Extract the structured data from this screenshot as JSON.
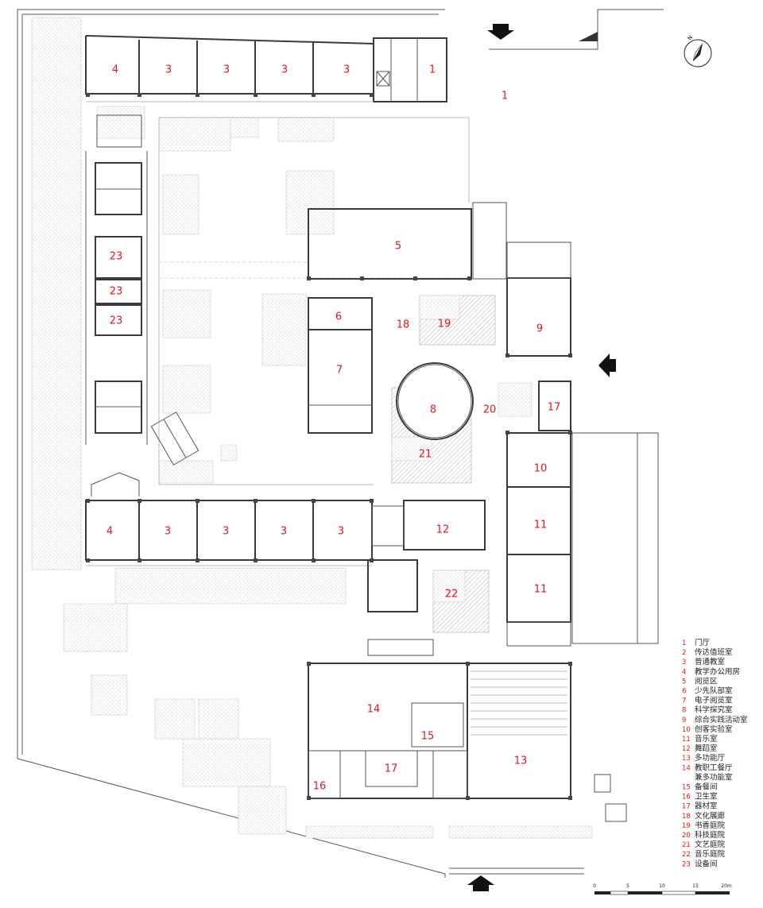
{
  "room_labels": {
    "r4a": "4",
    "r3a": "3",
    "r3b": "3",
    "r3c": "3",
    "r3d": "3",
    "r1a": "1",
    "r1b": "1",
    "r23a": "23",
    "r23b": "23",
    "r23c": "23",
    "r5": "5",
    "r6": "6",
    "r7": "7",
    "r18": "18",
    "r19": "19",
    "r9": "9",
    "r8": "8",
    "r20": "20",
    "r17a": "17",
    "r21": "21",
    "r10": "10",
    "r4b": "4",
    "r3e": "3",
    "r3f": "3",
    "r3g": "3",
    "r3h": "3",
    "r12": "12",
    "r11a": "11",
    "r11b": "11",
    "r22": "22",
    "r14": "14",
    "r15": "15",
    "r17b": "17",
    "r16": "16",
    "r13": "13"
  },
  "legend": [
    {
      "num": "1",
      "text": "门厅"
    },
    {
      "num": "2",
      "text": "传达值班室"
    },
    {
      "num": "3",
      "text": "普通教室"
    },
    {
      "num": "4",
      "text": "教学办公用房"
    },
    {
      "num": "5",
      "text": "阅览区"
    },
    {
      "num": "6",
      "text": "少先队部室"
    },
    {
      "num": "7",
      "text": "电子阅览室"
    },
    {
      "num": "8",
      "text": "科学探究室"
    },
    {
      "num": "9",
      "text": "综合实践活动室"
    },
    {
      "num": "10",
      "text": "创客实验室"
    },
    {
      "num": "11",
      "text": "音乐室"
    },
    {
      "num": "12",
      "text": "舞蹈室"
    },
    {
      "num": "13",
      "text": "多功能厅"
    },
    {
      "num": "14",
      "text": "教职工餐厅"
    },
    {
      "num": "",
      "text": "兼多功能室"
    },
    {
      "num": "15",
      "text": "备餐间"
    },
    {
      "num": "16",
      "text": "卫生室"
    },
    {
      "num": "17",
      "text": "器材室"
    },
    {
      "num": "18",
      "text": "文化展廊"
    },
    {
      "num": "19",
      "text": "书香庭院"
    },
    {
      "num": "20",
      "text": "科技庭院"
    },
    {
      "num": "21",
      "text": "文艺庭院"
    },
    {
      "num": "22",
      "text": "音乐庭院"
    },
    {
      "num": "23",
      "text": "设备间"
    }
  ],
  "scale": {
    "t0": "0",
    "t1": "5",
    "t2": "10",
    "t3": "15",
    "t4": "20m"
  },
  "north": {
    "label": "N"
  },
  "colors": {
    "label": "#e8141b",
    "wall": "#3a3a3a",
    "arrow": "#111111"
  }
}
